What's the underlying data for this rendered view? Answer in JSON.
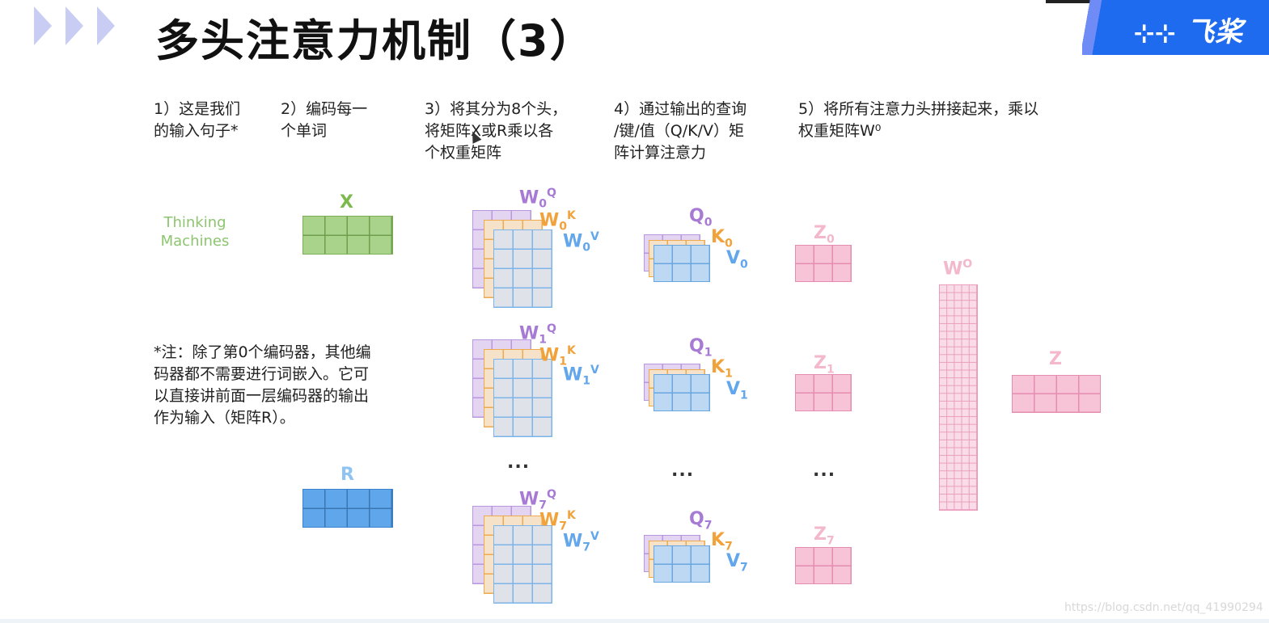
{
  "title": "多头注意力机制（3）",
  "brand": {
    "logo_text": "飞桨"
  },
  "steps": [
    "1）这是我们\n的输入句子*",
    "2）编码每一\n个单词",
    "3）将其分为8个头，\n将矩阵X或R乘以各\n个权重矩阵",
    "4）通过输出的查询\n/键/值（Q/K/V）矩\n阵计算注意力",
    "5）将所有注意力头拼接起来，乘以\n权重矩阵W⁰"
  ],
  "input_words": "Thinking\nMachines",
  "note": "*注：除了第0个编码器，其他编\n码器都不需要进行词嵌入。它可\n以直接讲前面一层编码器的输出\n作为输入（矩阵R）。",
  "labels": {
    "X": "X",
    "R": "R",
    "WO": "W",
    "WO_sup": "O",
    "Z": "Z",
    "ellipsis": "..."
  },
  "heads": [
    {
      "index": "0",
      "WQ_sup": "Q",
      "WK_sup": "K",
      "WV_sup": "V",
      "Q": "Q",
      "K": "K",
      "V": "V",
      "Z": "Z",
      "W": "W"
    },
    {
      "index": "1",
      "WQ_sup": "Q",
      "WK_sup": "K",
      "WV_sup": "V",
      "Q": "Q",
      "K": "K",
      "V": "V",
      "Z": "Z",
      "W": "W"
    },
    {
      "index": "7",
      "WQ_sup": "Q",
      "WK_sup": "K",
      "WV_sup": "V",
      "Q": "Q",
      "K": "K",
      "V": "V",
      "Z": "Z",
      "W": "W"
    }
  ],
  "watermark": "https://blog.csdn.net/qq_41990294",
  "colors": {
    "query": "#a77ad4",
    "key": "#f1a23a",
    "value": "#62a6eb",
    "z": "#f4b8cc",
    "x": "#7cba4d",
    "brand": "#1e6bf0"
  }
}
